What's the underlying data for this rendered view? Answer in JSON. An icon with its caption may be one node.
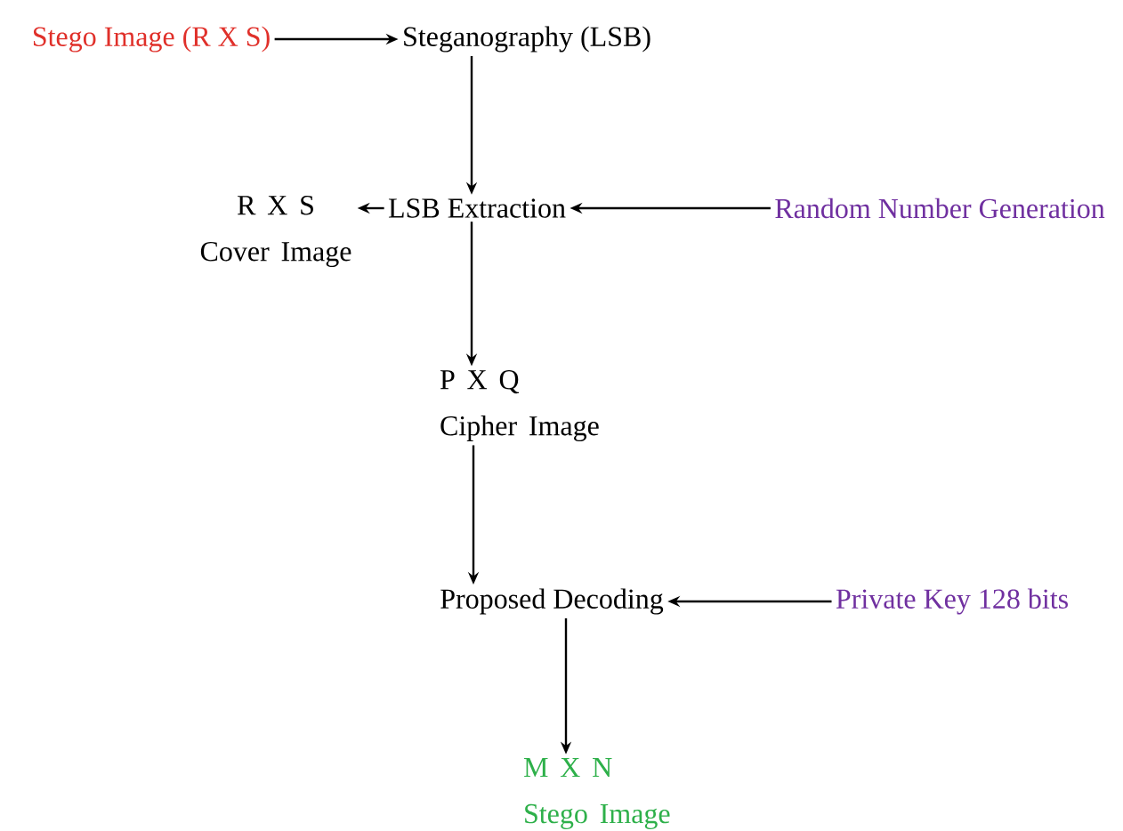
{
  "diagram": {
    "nodes": [
      {
        "text": [
          "Stego Image (R X S)"
        ]
      },
      {
        "text": [
          "Steganography (LSB)"
        ]
      },
      {
        "text": [
          "R X S Cover Image"
        ]
      },
      {
        "text": [
          "LSB Extraction"
        ]
      },
      {
        "text": [
          "Random Number Generation"
        ]
      },
      {
        "text": [
          "P X Q Cipher Image"
        ]
      },
      {
        "text": [
          "Proposed Decoding"
        ]
      },
      {
        "text": [
          "Private Key 128 bits"
        ]
      },
      {
        "text": [
          "M X N Stego Image"
        ]
      }
    ],
    "edges": [
      {
        "from": 0,
        "to": 1,
        "arrow": "to"
      },
      {
        "from": 1,
        "to": 3,
        "arrow": "to"
      },
      {
        "from": 3,
        "to": 2,
        "arrow": "to"
      },
      {
        "from": 4,
        "to": 3,
        "arrow": "to"
      },
      {
        "from": 3,
        "to": 5,
        "arrow": "to"
      },
      {
        "from": 5,
        "to": 6,
        "arrow": "to"
      },
      {
        "from": 7,
        "to": 6,
        "arrow": "to"
      },
      {
        "from": 6,
        "to": 8,
        "arrow": "to"
      }
    ]
  }
}
